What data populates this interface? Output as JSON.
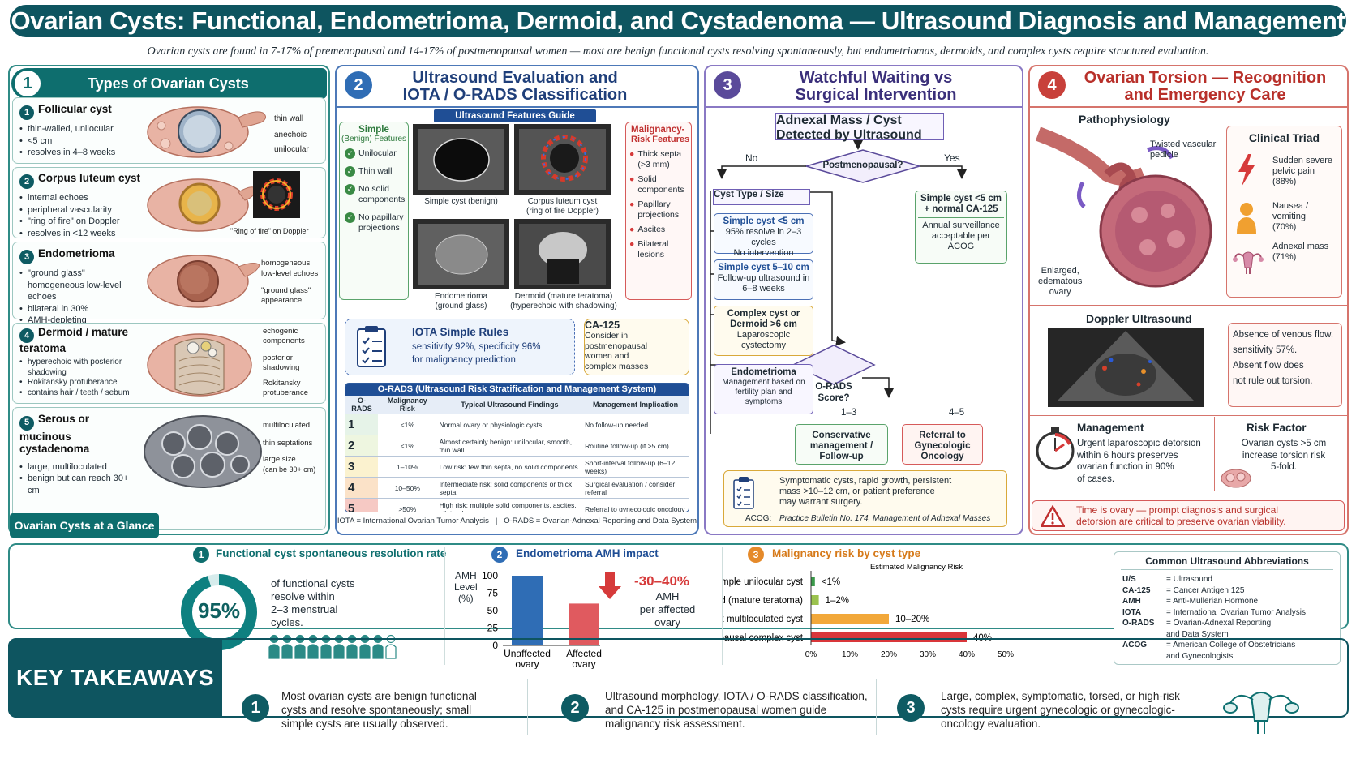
{
  "header": {
    "title": "Ovarian Cysts: Functional, Endometrioma, Dermoid, and Cystadenoma — Ultrasound Diagnosis and Management",
    "subtitle": "Ovarian cysts are found in 7-17% of premenopausal and 14-17% of postmenopausal women — most are benign functional cysts resolving spontaneously, but endometriomas, dermoids, and complex cysts require structured evaluation."
  },
  "panel1": {
    "num": "1",
    "title": "Types of Ovarian Cysts",
    "cysts": [
      {
        "num": "1",
        "title": "Follicular cyst",
        "bullets": [
          "thin-walled, unilocular",
          "<5 cm",
          "resolves in 4–8 weeks"
        ],
        "labels": [
          "thin wall",
          "anechoic",
          "unilocular"
        ]
      },
      {
        "num": "2",
        "title": "Corpus luteum cyst",
        "bullets": [
          "internal echoes",
          "peripheral vascularity",
          "\"ring of fire\" on Doppler",
          "resolves in <12 weeks"
        ],
        "labels": [
          "\"Ring of fire\" on Doppler"
        ]
      },
      {
        "num": "3",
        "title": "Endometrioma",
        "bullets": [
          "\"ground glass\" homogeneous low-level echoes",
          "bilateral in 30%",
          "AMH-depleting"
        ],
        "labels": [
          "homogeneous",
          "low-level echoes",
          "\"ground glass\"",
          "appearance"
        ]
      },
      {
        "num": "4",
        "title": "Dermoid / mature teratoma",
        "bullets": [
          "hyperechoic with posterior shadowing",
          "Rokitansky protuberance",
          "contains hair / teeth / sebum"
        ],
        "labels": [
          "echogenic",
          "components",
          "posterior",
          "shadowing",
          "Rokitansky",
          "protuberance"
        ]
      },
      {
        "num": "5",
        "title": "Serous or mucinous cystadenoma",
        "bullets": [
          "large, multiloculated",
          "benign but can reach 30+ cm"
        ],
        "labels": [
          "multiloculated",
          "thin septations",
          "large size",
          "(can be 30+ cm)"
        ]
      }
    ]
  },
  "panel2": {
    "num": "2",
    "title1": "Ultrasound Evaluation and",
    "title2": "IOTA / O-RADS Classification",
    "guide": "Ultrasound Features Guide",
    "simple_title1": "Simple",
    "simple_title2": "(Benign) Features",
    "simple": [
      "Unilocular",
      "Thin wall",
      "No solid components",
      "No papillary projections"
    ],
    "images": [
      "Simple cyst (benign)",
      "Corpus luteum cyst",
      "(ring of fire Doppler)",
      "Endometrioma",
      "(ground glass)",
      "Dermoid (mature teratoma)",
      "(hyperechoic with shadowing)"
    ],
    "malig_title1": "Malignancy-",
    "malig_title2": "Risk Features",
    "malig": [
      "Thick septa (>3 mm)",
      "Solid components",
      "Papillary projections",
      "Ascites",
      "Bilateral lesions"
    ],
    "iota_title": "IOTA Simple Rules",
    "iota_text1": "sensitivity 92%, specificity 96%",
    "iota_text2": "for malignancy prediction",
    "ca125_title": "CA-125",
    "ca125_text": [
      "Consider in",
      "postmenopausal",
      "women and",
      "complex masses"
    ],
    "orads_title": "O-RADS (Ultrasound Risk Stratification and Management System)",
    "orads_headers": [
      "O-RADS",
      "Malignancy Risk",
      "Typical Ultrasound Findings",
      "Management Implication"
    ],
    "orads_rows": [
      [
        "1",
        "<1%",
        "Normal ovary or physiologic cysts",
        "No follow-up needed"
      ],
      [
        "2",
        "<1%",
        "Almost certainly benign: unilocular, smooth, thin wall",
        "Routine follow-up (if >5 cm)"
      ],
      [
        "3",
        "1–10%",
        "Low risk: few thin septa, no solid components",
        "Short-interval follow-up (6–12 weeks)"
      ],
      [
        "4",
        "10–50%",
        "Intermediate risk: solid components or thick septa",
        "Surgical evaluation / consider referral"
      ],
      [
        "5",
        ">50%",
        "High risk: multiple solid components, ascites, bilateral",
        "Referral to gynecologic oncology"
      ]
    ],
    "footnote": "IOTA = International Ovarian Tumor Analysis   |   O-RADS = Ovarian-Adnexal Reporting and Data System"
  },
  "panel3": {
    "num": "3",
    "title1": "Watchful Waiting vs",
    "title2": "Surgical Intervention",
    "start": "Adnexal Mass / Cyst Detected by Ultrasound",
    "postmeno": "Postmenopausal?",
    "no": "No",
    "yes": "Yes",
    "cyst_type": "Cyst Type / Size",
    "yes_box_title": "Simple cyst <5 cm + normal CA-125",
    "yes_box_text": "Annual surveillance acceptable per ACOG",
    "b1_title": "Simple cyst <5 cm",
    "b1_text1": "95% resolve in 2–3 cycles",
    "b1_text2": "No intervention",
    "b2_title": "Simple cyst 5–10 cm",
    "b2_text": "Follow-up ultrasound in 6–8 weeks",
    "b3_title": "Complex cyst or Dermoid >6 cm",
    "b3_text": "Laparoscopic cystectomy",
    "b4_title": "Endometrioma",
    "b4_text": "Management based on fertility plan and symptoms",
    "orads_score": "O-RADS Score?",
    "r13": "1–3",
    "r45": "4–5",
    "cons": "Conservative management / Follow-up",
    "ref": "Referral to Gynecologic Oncology",
    "note1": "Symptomatic cysts, rapid growth, persistent",
    "note2": "mass >10–12 cm, or patient preference",
    "note3": "may warrant surgery.",
    "acog": "ACOG:",
    "acog_ref": "Practice Bulletin No. 174, Management of Adnexal Masses"
  },
  "panel4": {
    "num": "4",
    "title1": "Ovarian Torsion — Recognition",
    "title2": "and Emergency Care",
    "patho": "Pathophysiology",
    "twisted1": "Twisted vascular",
    "twisted2": "pedicle",
    "enlarged": [
      "Enlarged,",
      "edematous",
      "ovary"
    ],
    "triad_title": "Clinical Triad",
    "triad": [
      {
        "t": "Sudden severe pelvic pain",
        "p": "(88%)"
      },
      {
        "t": "Nausea / vomiting",
        "p": "(70%)"
      },
      {
        "t": "Adnexal mass",
        "p": "(71%)"
      }
    ],
    "doppler": "Doppler Ultrasound",
    "doppler_note1": "Absence of venous flow,",
    "doppler_note2": "sensitivity 57%.",
    "doppler_note3": "Absent flow does",
    "doppler_note4": "not rule out torsion.",
    "mgmt_title": "Management",
    "mgmt_text": [
      "Urgent laparoscopic detorsion",
      "within 6 hours preserves",
      "ovarian function in 90%",
      "of cases."
    ],
    "risk_title": "Risk Factor",
    "risk_text": [
      "Ovarian cysts >5 cm",
      "increase torsion risk",
      "5-fold."
    ],
    "warn1": "Time is ovary — prompt diagnosis and surgical",
    "warn2": "detorsion are critical to preserve ovarian viability."
  },
  "glance": {
    "label": "Ovarian Cysts at a Glance",
    "s1_num": "1",
    "s1_title": "Functional cyst spontaneous resolution rate",
    "s1_value": "95%",
    "s1_text": [
      "of functional cysts",
      "resolve within",
      "2–3 menstrual",
      "cycles."
    ],
    "s2_num": "2",
    "s2_title": "Endometrioma AMH impact",
    "s2_ylabel": [
      "AMH",
      "Level",
      "(%)"
    ],
    "s2_change": "-30–40%",
    "s2_change_text": [
      "AMH",
      "per affected",
      "ovary"
    ],
    "s3_num": "3",
    "s3_title": "Malignancy risk by cyst type",
    "s3_subtitle": "Estimated Malignancy Risk",
    "abbr_title": "Common Ultrasound Abbreviations",
    "abbr": [
      [
        "U/S",
        "= Ultrasound"
      ],
      [
        "CA-125",
        "= Cancer Antigen 125"
      ],
      [
        "AMH",
        "= Anti-Müllerian Hormone"
      ],
      [
        "IOTA",
        "= International Ovarian Tumor Analysis"
      ],
      [
        "O-RADS",
        "= Ovarian-Adnexal Reporting"
      ],
      [
        "",
        "and Data System"
      ],
      [
        "ACOG",
        "= American College of Obstetricians"
      ],
      [
        "",
        "and Gynecologists"
      ]
    ]
  },
  "chart_data": [
    {
      "type": "bar",
      "title": "Endometrioma AMH impact",
      "categories": [
        "Unaffected ovary",
        "Affected ovary"
      ],
      "values": [
        100,
        60
      ],
      "ylabel": "AMH Level (%)",
      "ylim": [
        0,
        100
      ],
      "yticks": [
        0,
        25,
        50,
        75,
        100
      ],
      "colors": [
        "#2f6db5",
        "#e05a5f"
      ]
    },
    {
      "type": "bar",
      "orientation": "horizontal",
      "title": "Malignancy risk by cyst type",
      "subtitle": "Estimated Malignancy Risk",
      "categories": [
        "Simple unilocular cyst",
        "Dermoid (mature teratoma)",
        "Complex multiloculated cyst",
        "Postmenopausal complex cyst"
      ],
      "values": [
        1,
        2,
        20,
        40
      ],
      "value_labels": [
        "<1%",
        "1–2%",
        "10–20%",
        "40%"
      ],
      "xlim": [
        0,
        50
      ],
      "xticks": [
        "0%",
        "10%",
        "20%",
        "30%",
        "40%",
        "50%"
      ],
      "colors": [
        "#3a9a4a",
        "#9bc24e",
        "#f2a83a",
        "#d9363a"
      ]
    }
  ],
  "takeaways": {
    "label": "KEY TAKEAWAYS",
    "items": [
      {
        "num": "1",
        "text": "Most ovarian cysts are benign functional cysts and resolve spontaneously; small simple cysts are usually observed."
      },
      {
        "num": "2",
        "text": "Ultrasound morphology, IOTA / O-RADS classification, and CA-125 in postmenopausal women guide malignancy risk assessment."
      },
      {
        "num": "3",
        "text": "Large, complex, symptomatic, torsed, or high-risk cysts require urgent gynecologic or gynecologic-oncology evaluation."
      }
    ]
  }
}
